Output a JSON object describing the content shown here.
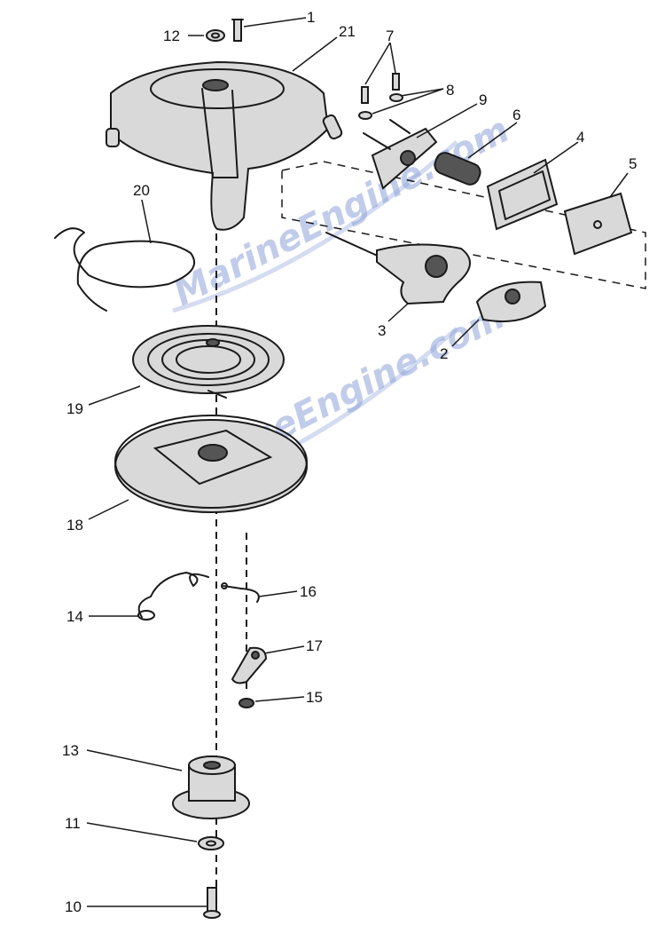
{
  "watermark": {
    "text": "MarineEngine.com",
    "color": "#8fa3d9"
  },
  "callouts": {
    "c1": "1",
    "c2": "2",
    "c3": "3",
    "c4": "4",
    "c5": "5",
    "c6": "6",
    "c7": "7",
    "c8": "8",
    "c9": "9",
    "c10": "10",
    "c11": "11",
    "c12": "12",
    "c13": "13",
    "c14": "14",
    "c15": "15",
    "c16": "16",
    "c17": "17",
    "c18": "18",
    "c19": "19",
    "c20": "20",
    "c21": "21"
  }
}
